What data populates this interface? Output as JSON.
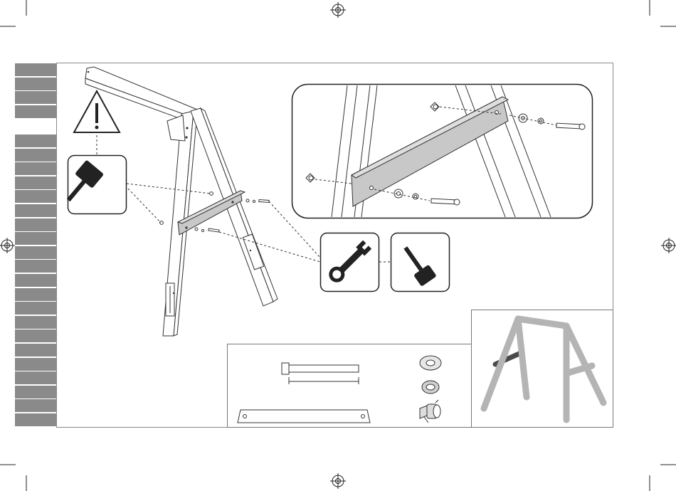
{
  "document": {
    "type": "assembly-instruction-step",
    "text": []
  },
  "side_tabs": {
    "upper_count": 4,
    "lower_count": 21,
    "color": "#8a8a8a"
  },
  "callouts": {
    "warning": {
      "icon": "warning-triangle-icon"
    },
    "tool_mallet": {
      "icon": "rubber-mallet-icon"
    },
    "tool_wrench": {
      "icon": "wrench-icon"
    },
    "tool_hammer": {
      "icon": "hammer-icon"
    }
  },
  "parts": [
    {
      "icon": "bolt-icon"
    },
    {
      "icon": "washer-icon"
    },
    {
      "icon": "spring-washer-icon"
    },
    {
      "icon": "tee-nut-icon"
    },
    {
      "icon": "brace-plank-icon"
    }
  ],
  "preview": {
    "icon": "swing-frame-preview-icon",
    "highlight_color": "#4a4a4a",
    "frame_color": "#b4b4b4"
  },
  "colors": {
    "line": "#333333",
    "plank_fill": "#c8c8c8",
    "border": "#777777"
  }
}
